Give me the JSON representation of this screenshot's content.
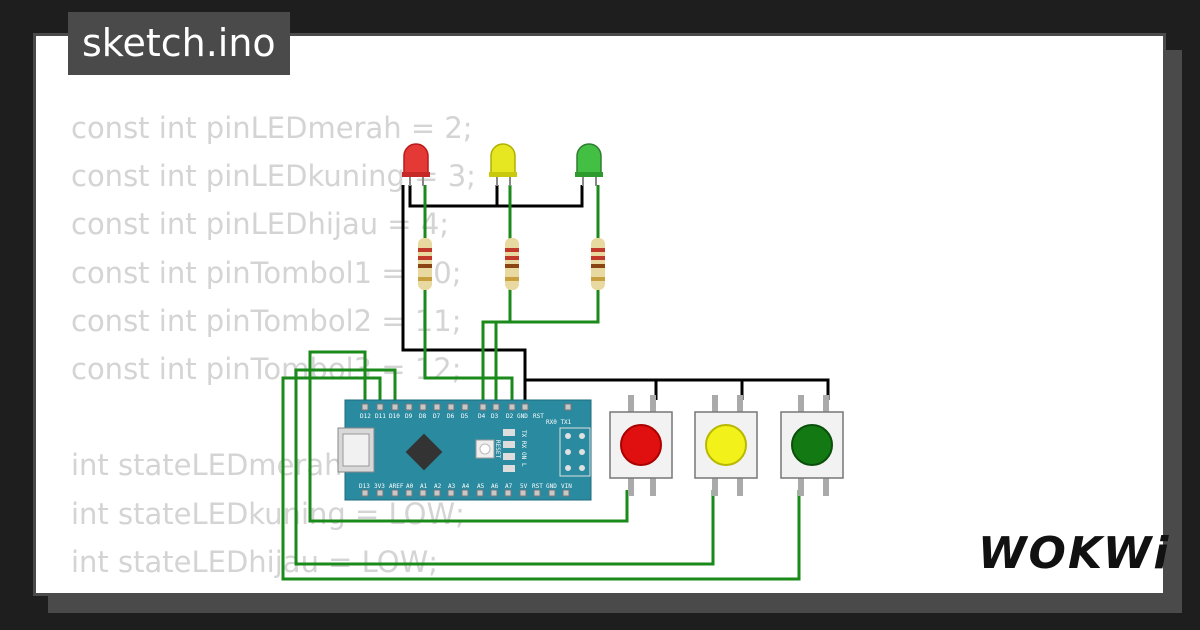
{
  "file_tab": {
    "label": "sketch.ino"
  },
  "code_lines": [
    "const int pinLEDmerah = 2;",
    "const int pinLEDkuning = 3;",
    "const int pinLEDhijau = 4;",
    "const int pinTombol1 = 10;",
    "const int pinTombol2 = 11;",
    "const int pinTombol3 = 12;",
    "",
    "int stateLEDmerah = LOW;",
    "int stateLEDkuning = LOW;",
    "int stateLEDhijau = LOW;"
  ],
  "board": {
    "top_pins": [
      "D12",
      "D11",
      "D10",
      "D9",
      "D8",
      "D7",
      "D6",
      "D5",
      "D4",
      "D3",
      "D2",
      "GND",
      "RST"
    ],
    "bottom_pins": [
      "D13",
      "3V3",
      "AREF",
      "A0",
      "A1",
      "A2",
      "A3",
      "A4",
      "A5",
      "A6",
      "A7",
      "5V",
      "RST",
      "GND",
      "VIN"
    ],
    "status_labels": [
      "TX",
      "RX",
      "ON",
      "L"
    ],
    "header_label": "RX0 TX1",
    "reset_label": "RESET"
  },
  "leds": [
    {
      "color_name": "red",
      "color": "#e53935"
    },
    {
      "color_name": "yellow",
      "color": "#e6e621"
    },
    {
      "color_name": "green",
      "color": "#43c043"
    }
  ],
  "buttons": [
    {
      "color_name": "red",
      "color": "#e01010"
    },
    {
      "color_name": "yellow",
      "color": "#f2f21a"
    },
    {
      "color_name": "green",
      "color": "#137a13"
    }
  ],
  "colors": {
    "wire_black": "#000000",
    "wire_green": "#1a8a1a",
    "board_teal": "#2a8aa0",
    "tab_bg": "#4a4a4a"
  },
  "brand": {
    "logo": "WOKWi"
  }
}
